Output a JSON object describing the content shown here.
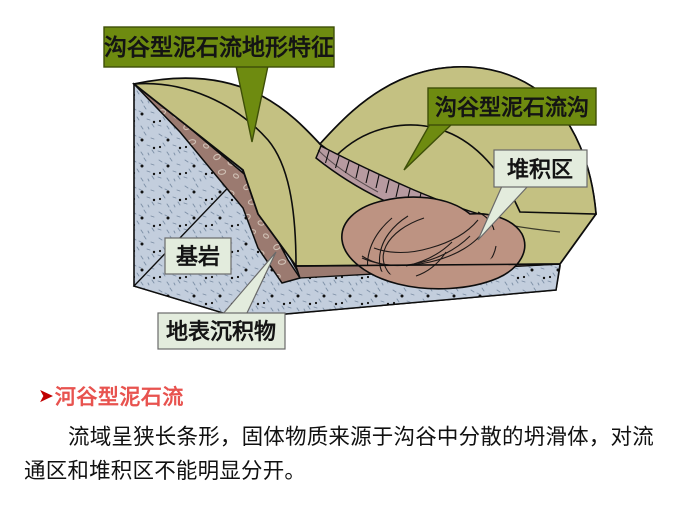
{
  "slide": {
    "background_color": "#ffffff"
  },
  "figure": {
    "name": "gully-type-debris-flow-block-diagram",
    "callouts": [
      {
        "id": "landform-features",
        "label": "沟谷型泥石流地形特征",
        "style": "green",
        "fill": "#6e8b10",
        "border": "#3e4f08",
        "text_color": "#1a1a1a"
      },
      {
        "id": "debris-flow-gully",
        "label": "沟谷型泥石流沟",
        "style": "green",
        "fill": "#6e8b10",
        "border": "#3e4f08",
        "text_color": "#1a1a1a"
      },
      {
        "id": "deposition-zone",
        "label": "堆积区",
        "style": "pale",
        "fill": "#e3ecdd",
        "border": "#6a6a6a",
        "text_color": "#1a1a1a"
      },
      {
        "id": "bedrock",
        "label": "基岩",
        "style": "pale",
        "fill": "#e3ecdd",
        "border": "#6a6a6a",
        "text_color": "#1a1a1a"
      },
      {
        "id": "surface-sediment",
        "label": "地表沉积物",
        "style": "pale",
        "fill": "#e3ecdd",
        "border": "#6a6a6a",
        "text_color": "#1a1a1a"
      }
    ],
    "colors": {
      "terrain_surface": "#c4c182",
      "terrain_surface_shadow": "#b5b277",
      "bedrock": "#c3cedd",
      "surface_sediment": "#9b7a70",
      "sediment_light": "#a9867b",
      "channel": "#b79aa0",
      "fan_deposit": "#bd9382",
      "outline": "#0d0d0d"
    }
  },
  "content": {
    "heading_bullet": "➤",
    "heading": "河谷型泥石流",
    "heading_color": "#e8534f",
    "bullet_color": "#c00000",
    "paragraph": "流域呈狭长条形，固体物质来源于沟谷中分散的坍滑体，对流通区和堆积区不能明显分开。"
  }
}
